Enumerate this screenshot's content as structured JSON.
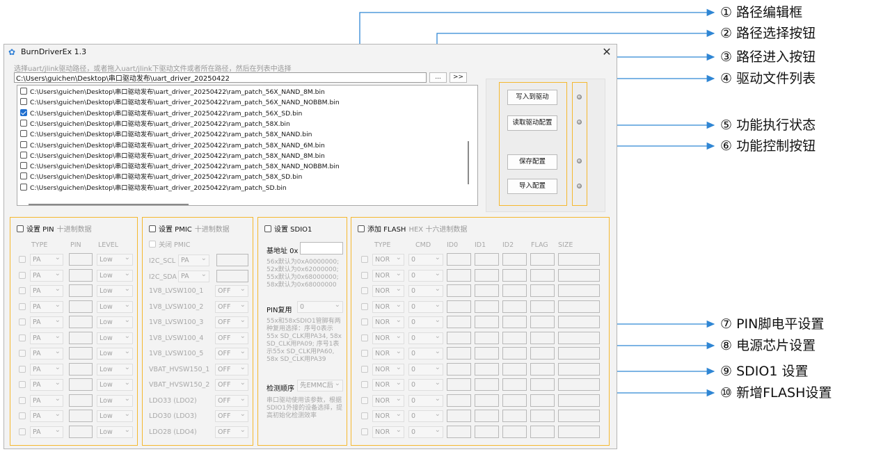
{
  "window": {
    "title": "BurnDriverEx 1.3",
    "hint": "选择uart/jlink驱动路径，或者拖入uart/jlink下驱动文件或者所在路径，然后在列表中选择",
    "path_value": "C:\\Users\\guichen\\Desktop\\串口驱动发布\\uart_driver_20250422",
    "browse_label": "...",
    "enter_label": ">>",
    "close": "✕"
  },
  "files": [
    {
      "path": "C:\\Users\\guichen\\Desktop\\串口驱动发布\\uart_driver_20250422\\ram_patch_56X_NAND_8M.bin",
      "checked": false
    },
    {
      "path": "C:\\Users\\guichen\\Desktop\\串口驱动发布\\uart_driver_20250422\\ram_patch_56X_NAND_NOBBM.bin",
      "checked": false
    },
    {
      "path": "C:\\Users\\guichen\\Desktop\\串口驱动发布\\uart_driver_20250422\\ram_patch_56X_SD.bin",
      "checked": true
    },
    {
      "path": "C:\\Users\\guichen\\Desktop\\串口驱动发布\\uart_driver_20250422\\ram_patch_58X.bin",
      "checked": false
    },
    {
      "path": "C:\\Users\\guichen\\Desktop\\串口驱动发布\\uart_driver_20250422\\ram_patch_58X_NAND.bin",
      "checked": false
    },
    {
      "path": "C:\\Users\\guichen\\Desktop\\串口驱动发布\\uart_driver_20250422\\ram_patch_58X_NAND_6M.bin",
      "checked": false
    },
    {
      "path": "C:\\Users\\guichen\\Desktop\\串口驱动发布\\uart_driver_20250422\\ram_patch_58X_NAND_8M.bin",
      "checked": false
    },
    {
      "path": "C:\\Users\\guichen\\Desktop\\串口驱动发布\\uart_driver_20250422\\ram_patch_58X_NAND_NOBBM.bin",
      "checked": false
    },
    {
      "path": "C:\\Users\\guichen\\Desktop\\串口驱动发布\\uart_driver_20250422\\ram_patch_58X_SD.bin",
      "checked": false
    },
    {
      "path": "C:\\Users\\guichen\\Desktop\\串口驱动发布\\uart_driver_20250422\\ram_patch_SD.bin",
      "checked": false
    }
  ],
  "controls": {
    "write": "写入到驱动",
    "read": "读取驱动配置",
    "save": "保存配置",
    "import": "导入配置"
  },
  "pin_panel": {
    "title": "设置 PIN",
    "sub": "十进制数据",
    "col_type": "TYPE",
    "col_pin": "PIN",
    "col_level": "LEVEL",
    "type_value": "PA",
    "level_value": "Low"
  },
  "pmic_panel": {
    "title": "设置 PMIC",
    "sub": "十进制数据",
    "close_label": "关闭 PMIC",
    "scl_label": "I2C_SCL",
    "sda_label": "I2C_SDA",
    "scl_value": "PA",
    "sda_value": "PA",
    "off": "OFF",
    "rails": [
      "1V8_LVSW100_1",
      "1V8_LVSW100_2",
      "1V8_LVSW100_3",
      "1V8_LVSW100_4",
      "1V8_LVSW100_5",
      "VBAT_HVSW150_1",
      "VBAT_HVSW150_2",
      "LDO33 (LDO2)",
      "LDO30 (LDO3)",
      "LDO28 (LDO4)"
    ]
  },
  "sdio_panel": {
    "title": "设置 SDIO1",
    "base_label": "基地址 0x",
    "base_note": "56x默认为0xA0000000; 52x默认为0x62000000; 55x默认为0x68000000; 58x默认为0x68000000",
    "pin_label": "PIN复用",
    "pin_value": "0",
    "pin_note": "55x和58xSDIO1管脚有两种复用选择：序号0表示55x SD_CLK用PA34, 58x SD_CLK用PA09; 序号1表示55x SD_CLK用PA60, 58x SD_CLK用PA39",
    "order_label": "检测顺序",
    "order_value": "先EMMC后",
    "order_note": "串口驱动使用该参数，根据SDIO1外接的设备选择，提高初始化检测效率"
  },
  "flash_panel": {
    "title": "添加 FLASH",
    "sub": "HEX 十六进制数据",
    "cols": [
      "TYPE",
      "CMD",
      "ID0",
      "ID1",
      "ID2",
      "FLAG",
      "SIZE"
    ],
    "type_value": "NOR",
    "cmd_value": "0"
  },
  "callouts": [
    "① 路径编辑框",
    "② 路径选择按钮",
    "③ 路径进入按钮",
    "④ 驱动文件列表",
    "⑤ 功能执行状态",
    "⑥ 功能控制按钮",
    "⑦ PIN脚电平设置",
    "⑧ 电源芯片设置",
    "⑨ SDIO1 设置",
    "⑩ 新增FLASH设置"
  ],
  "colors": {
    "highlight": "#f5b82e",
    "callout_line": "#2f86d4",
    "check": "#1f6fcf"
  }
}
